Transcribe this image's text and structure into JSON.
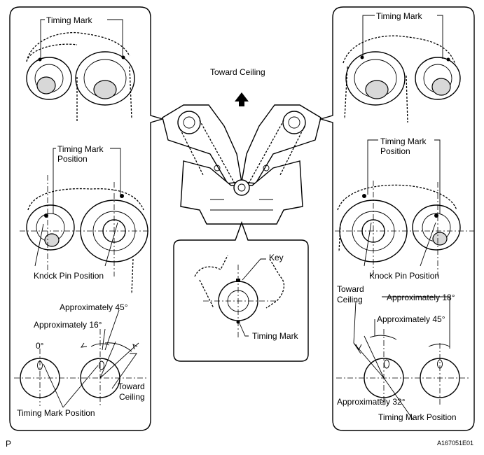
{
  "labels": {
    "toward_ceiling_top": "Toward Ceiling",
    "left_timing_mark": "Timing Mark",
    "left_timing_mark_position_1": "Timing Mark",
    "left_timing_mark_position_2": "Position",
    "left_knock_pin": "Knock Pin Position",
    "left_approx_45": "Approximately 45°",
    "left_approx_16": "Approximately 16°",
    "left_zero": "0°",
    "left_toward_1": "Toward",
    "left_toward_2": "Ceiling",
    "left_timing_mark_pos_bottom": "Timing Mark Position",
    "right_timing_mark": "Timing Mark",
    "right_timing_mark_position_1": "Timing Mark",
    "right_timing_mark_position_2": "Position",
    "right_knock_pin": "Knock Pin Position",
    "right_toward_1": "Toward",
    "right_toward_2": "Ceiling",
    "right_approx_18": "Approximately 18°",
    "right_approx_45": "Approximately 45°",
    "right_approx_32": "Approximately 32°",
    "right_timing_mark_pos_bottom": "Timing Mark Position",
    "center_key": "Key",
    "center_timing_mark": "Timing Mark",
    "corner_p": "P",
    "figure_id": "A167051E01"
  }
}
